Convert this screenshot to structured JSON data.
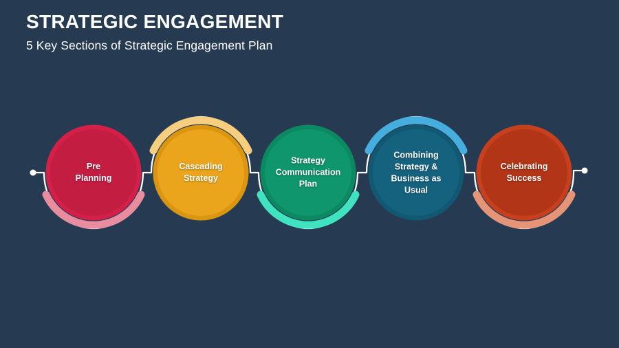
{
  "slide": {
    "title": "STRATEGIC ENGAGEMENT",
    "subtitle": "5 Key Sections of Strategic Engagement Plan",
    "background": "#263A52",
    "text_color": "#FFFFFF",
    "connector": {
      "color": "#FFFFFF",
      "start_endpoint": "dot",
      "end_endpoint": "dot"
    }
  },
  "steps": [
    {
      "label": "Pre Planning",
      "fill": "#C41D42",
      "ring": "#D42049",
      "accent": "#E98C9F",
      "accent_position": "bottom"
    },
    {
      "label": "Cascading Strategy",
      "fill": "#EBA51D",
      "ring": "#DB9611",
      "accent": "#F6CE80",
      "accent_position": "top"
    },
    {
      "label": "Strategy Communication Plan",
      "fill": "#10966C",
      "ring": "#0B8A61",
      "accent": "#40E3BF",
      "accent_position": "bottom"
    },
    {
      "label": "Combining Strategy & Business as Usual",
      "fill": "#15627F",
      "ring": "#115873",
      "accent": "#45AEDF",
      "accent_position": "top"
    },
    {
      "label": "Celebrating Success",
      "fill": "#B23517",
      "ring": "#C7401E",
      "accent": "#E59478",
      "accent_position": "bottom"
    }
  ]
}
